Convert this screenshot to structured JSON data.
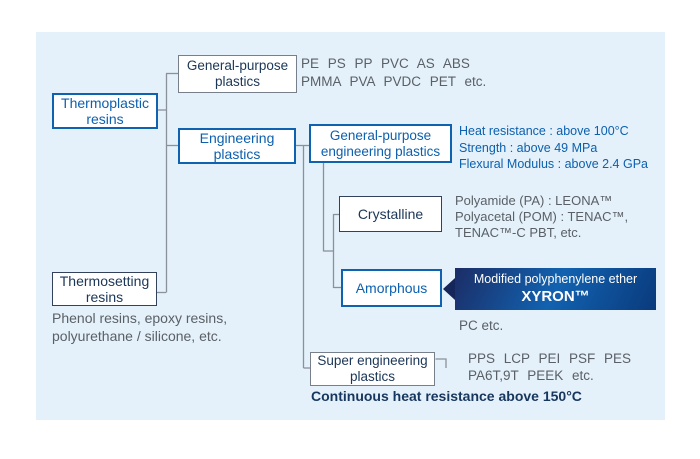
{
  "palette": {
    "panel_bg": "#e4f1fa",
    "accent_blue": "#0e62b0",
    "dark_navy_text": "#1b3657",
    "gray_text": "#5a6065",
    "gray_border": "#77808a",
    "dark_border": "#33415a",
    "connector_line": "#8a9199",
    "xyron_gradient_start": "#1b2d66",
    "xyron_gradient_mid": "#1262b0",
    "xyron_gradient_end": "#0a3a7c",
    "xyron_text": "#ffffff"
  },
  "nodes": {
    "thermoplastic_resins": "Thermoplastic\nresins",
    "thermosetting_resins": "Thermosetting\nresins",
    "general_purpose_plastics": "General-purpose\nplastics",
    "engineering_plastics": "Engineering\nplastics",
    "general_purpose_engineering_plastics": "General-purpose\nengineering plastics",
    "crystalline": "Crystalline",
    "amorphous": "Amorphous",
    "super_engineering_plastics": "Super engineering\nplastics"
  },
  "annotations": {
    "general_purpose_examples": "PE PS PP PVC AS ABS\nPMMA PVA PVDC PET etc.",
    "engineering_specs": "Heat resistance : above 100°C\nStrength : above 49 MPa\nFlexural Modulus : above 2.4 GPa",
    "crystalline_examples": "Polyamide (PA) : LEONA™\nPolyacetal (POM) : TENAC™,\nTENAC™-C PBT, etc.",
    "amorphous_examples": "PC etc.",
    "super_examples": "PPS LCP PEI PSF PES\nPA6T,9T PEEK etc.",
    "super_note": "Continuous heat resistance above 150°C",
    "thermosetting_examples": "Phenol resins, epoxy resins,\npolyurethane / silicone, etc."
  },
  "highlight": {
    "line1": "Modified polyphenylene ether",
    "line2": "XYRON™"
  }
}
